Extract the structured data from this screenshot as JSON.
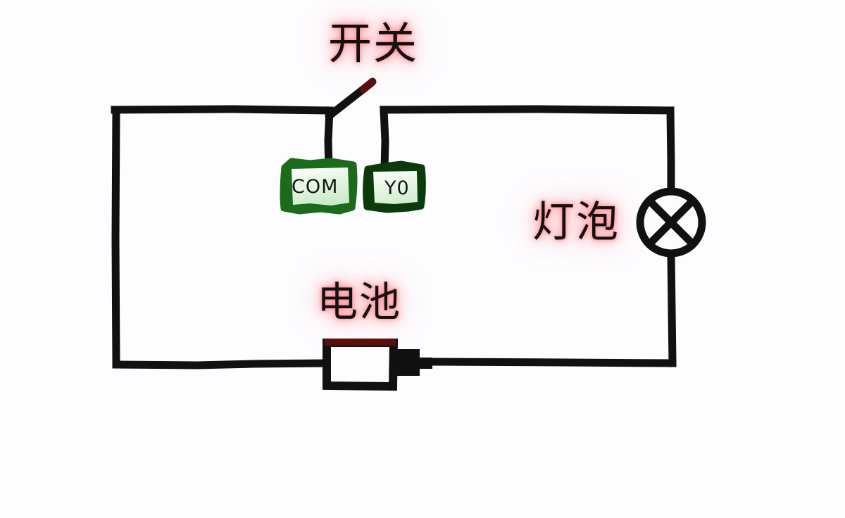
{
  "diagram": {
    "title_note": "hand-drawn circuit sketch",
    "background_color": "#fdfcfe",
    "wire_color": "#111111",
    "glow_color": "#ff7b86"
  },
  "labels": {
    "switch": "开关",
    "bulb": "灯泡",
    "battery": "电池"
  },
  "terminals": [
    {
      "id": "com",
      "label": "COM",
      "border_color": "#1c6b1c",
      "fill_color": "#dff3dc"
    },
    {
      "id": "y0",
      "label": "Y0",
      "border_color": "#0b3b0b",
      "fill_color": "#e2f4e0"
    }
  ],
  "components": {
    "lamp": {
      "name": "lamp-symbol",
      "symbol": "circle-with-x",
      "color": "#111111"
    },
    "battery": {
      "name": "battery-symbol",
      "symbol": "rectangle-with-terminal",
      "body_color": "#111111",
      "positive_bar_color": "#5a1010"
    },
    "switch": {
      "name": "switch-lever",
      "state": "open",
      "lever_color": "#111111",
      "lever_tip_color": "#5a1010"
    }
  }
}
